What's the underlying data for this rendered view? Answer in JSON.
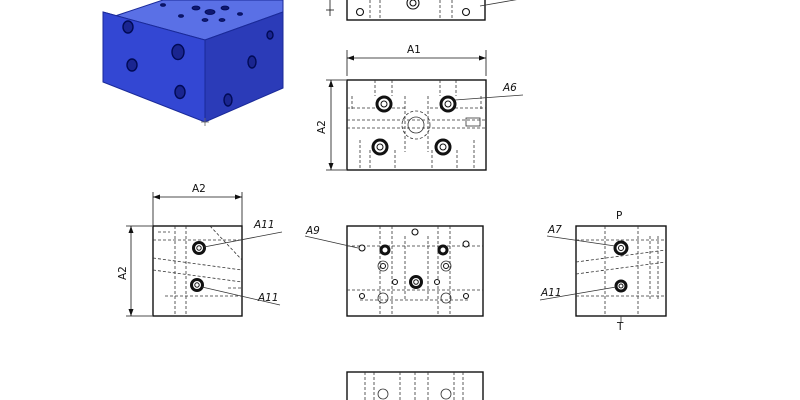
{
  "labels": {
    "a1": "A1",
    "a2_front_vertical": "A2",
    "a2_left_horizontal": "A2",
    "a2_left_vertical": "A2",
    "a6": "A6",
    "a9": "A9",
    "a11_upper": "A11",
    "a11_lower": "A11",
    "a7": "A7",
    "a11_right": "A11",
    "p": "P",
    "t": "T"
  },
  "colors": {
    "block_top": "#5a70e6",
    "block_front": "#3347d3",
    "block_side": "#2b3bb8",
    "lines": "#111111"
  }
}
